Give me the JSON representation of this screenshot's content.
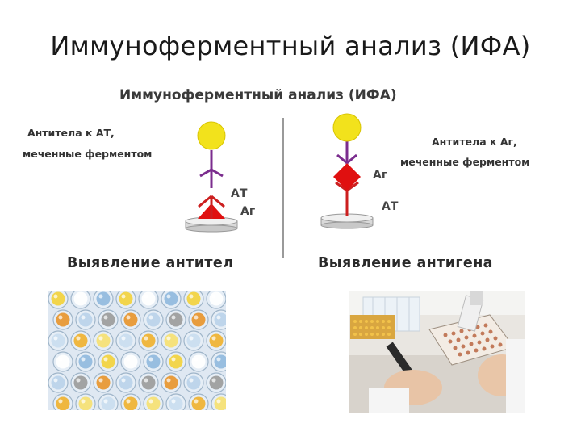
{
  "slide": {
    "title": "Иммуноферментный анализ (ИФА)"
  },
  "diagram": {
    "subtitle": "Иммуноферментный анализ (ИФА)",
    "left": {
      "label_line1": "Антитела к АТ,",
      "label_line2": "меченные ферментом",
      "at_label": "АТ",
      "ag_label": "Аг",
      "caption": "Выявление антител"
    },
    "right": {
      "label_line1": "Антитела к Аг,",
      "label_line2": "меченные ферментом",
      "ag_label": "Аг",
      "at_label": "АТ",
      "caption": "Выявление антигена"
    },
    "colors": {
      "enzyme": "#f2e21c",
      "antibody_top": "#7b2d8e",
      "antibody_bottom": "#cc1f1f",
      "antigen": "#e01010"
    }
  },
  "photos": {
    "left_icon": "microplate-wells-photo",
    "right_icon": "lab-pipetting-photo"
  }
}
